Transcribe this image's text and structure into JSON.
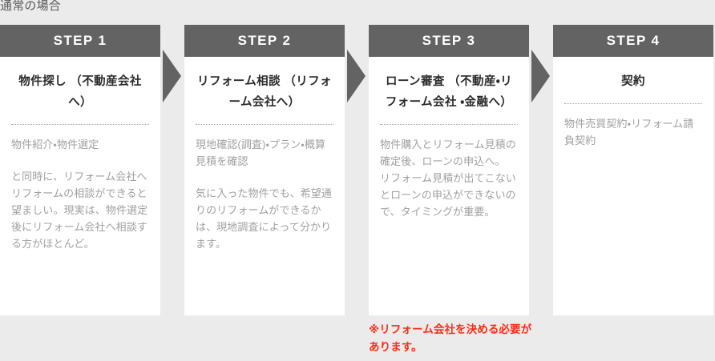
{
  "caption": "通常の場合",
  "colors": {
    "page_background": "#ebebeb",
    "header_bar": "#636363",
    "card_background": "#ffffff",
    "arrow": "#636363",
    "title_text": "#2b2b2b",
    "body_text": "#a0a0a0",
    "note_red": "#fb2c18"
  },
  "steps": [
    {
      "header": "STEP 1",
      "title": "物件探し\n（不動産会社へ）",
      "body_primary": "物件紹介・物件選定",
      "body_secondary": "と同時に、リフォーム会社へリフォームの相談ができると望ましい。現実は、物件選定後にリフォーム会社へ相談する方がほとんど。"
    },
    {
      "header": "STEP 2",
      "title": "リフォーム相談\n（リフォーム会社へ）",
      "body_primary": "現地確認(調査)・プラン・概算見積を確認",
      "body_secondary": "気に入った物件でも、希望通りのリフォームができるかは、現地調査によって分かります。"
    },
    {
      "header": "STEP 3",
      "title": "ローン審査\n（不動産・リフォーム会社\n・金融へ）",
      "body_primary": "物件購入とリフォーム見積の確定後、ローンの申込へ。",
      "body_secondary": "リフォーム見積が出てこないとローンの申込ができないので、タイミングが重要。"
    },
    {
      "header": "STEP 4",
      "title": "契約",
      "body_primary": "物件売買契約・リフォーム請負契約",
      "body_secondary": ""
    }
  ],
  "arrows": [
    {
      "name": "arrow-step1-to-step2"
    },
    {
      "name": "arrow-step2-to-step3"
    },
    {
      "name": "arrow-step3-to-step4"
    }
  ],
  "note": "※リフォーム会社を決める必要があります。"
}
